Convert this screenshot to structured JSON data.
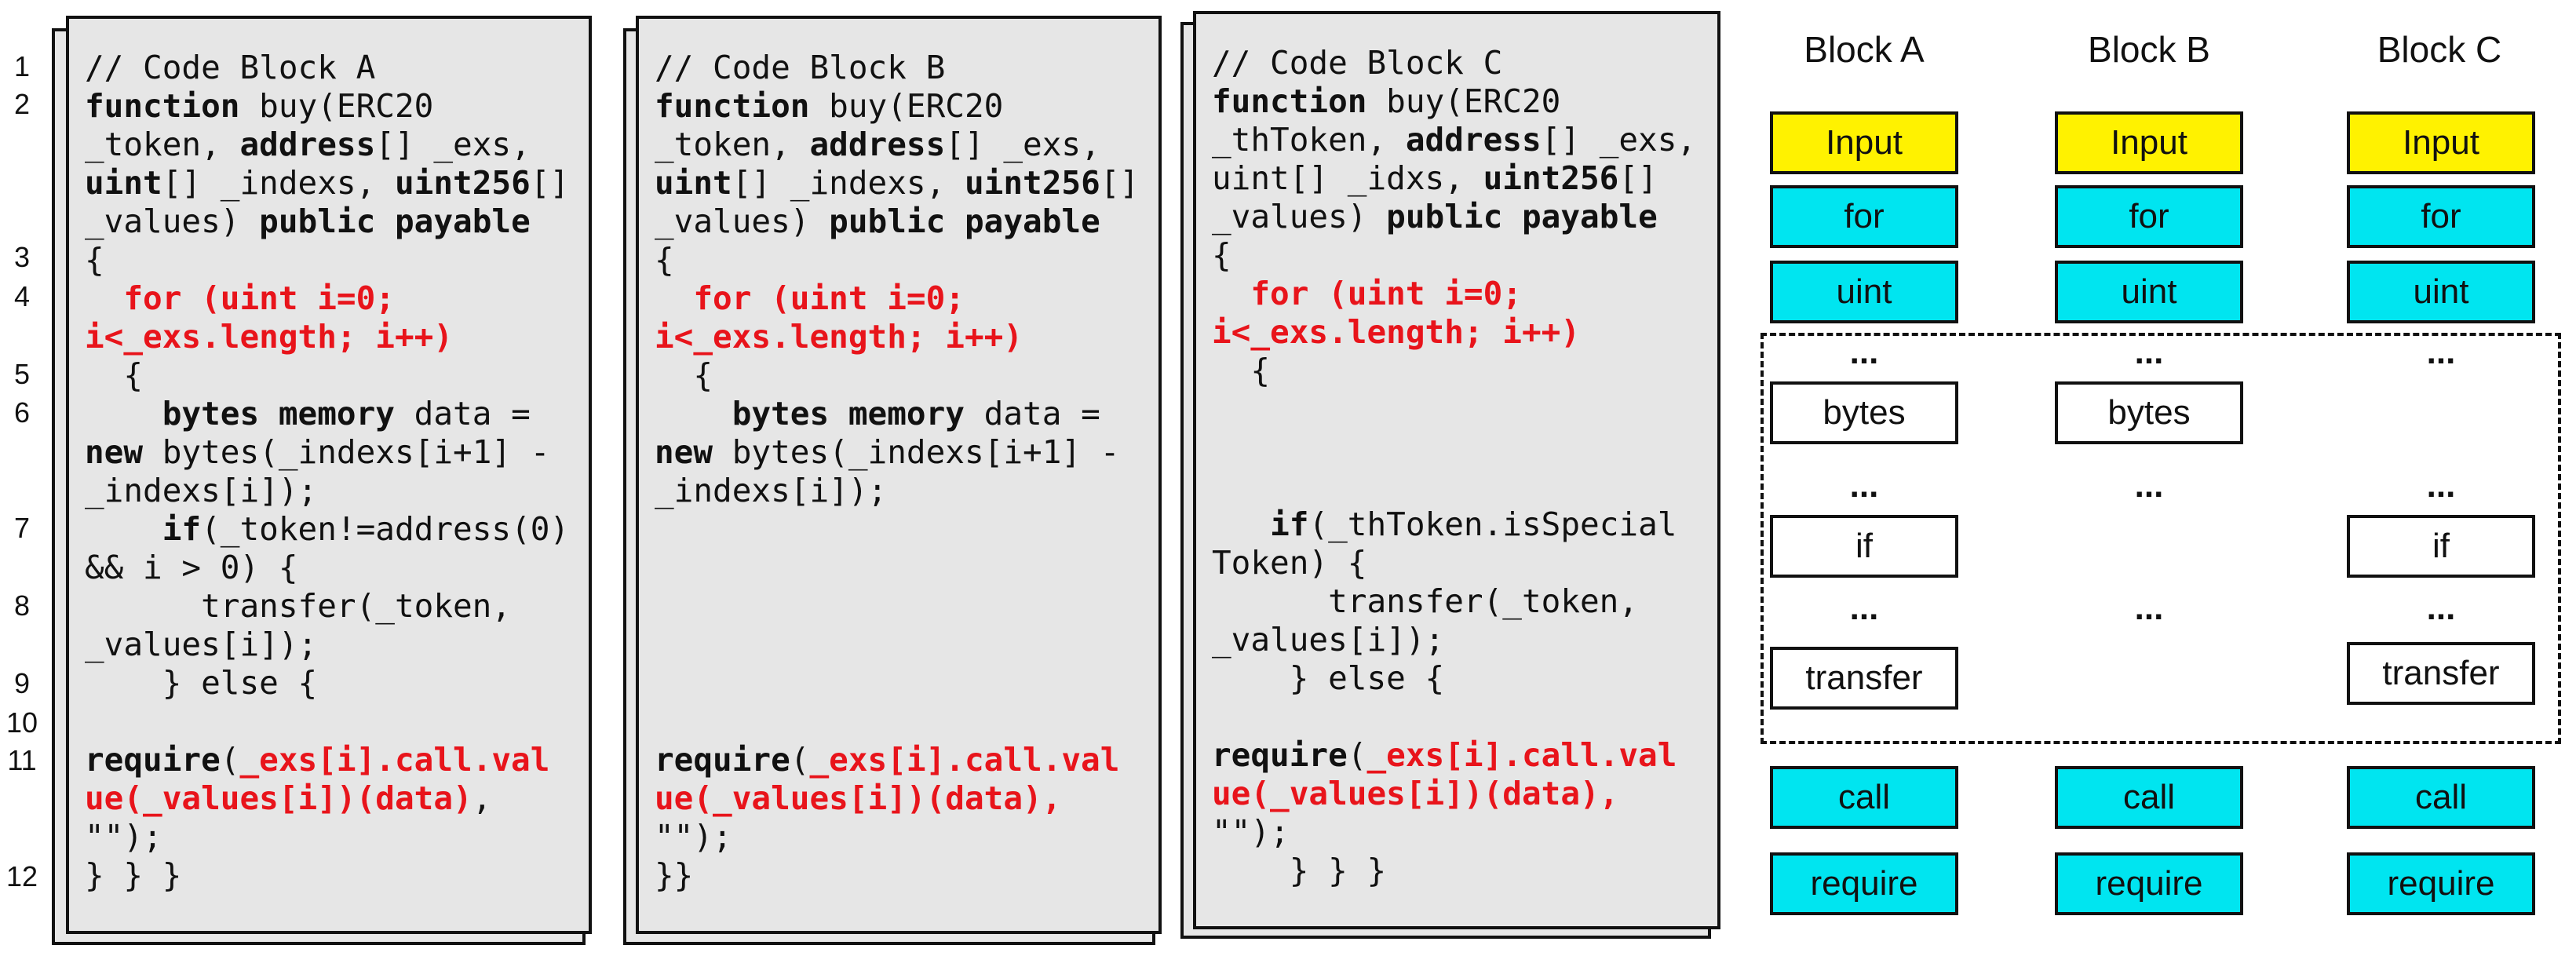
{
  "line_numbers": [
    "1",
    "2",
    "3",
    "4",
    "5",
    "6",
    "7",
    "8",
    "9",
    "10",
    "11",
    "12"
  ],
  "blocks": [
    {
      "lines": [
        [
          {
            "t": "// Code Block A"
          }
        ],
        [
          {
            "t": "function",
            "b": 1
          },
          {
            "t": " buy(ERC20"
          }
        ],
        [
          {
            "t": "_token, "
          },
          {
            "t": "address",
            "b": 1
          },
          {
            "t": "[] _exs,"
          }
        ],
        [
          {
            "t": "uint",
            "b": 1
          },
          {
            "t": "[] _indexs, "
          },
          {
            "t": "uint256",
            "b": 1
          },
          {
            "t": "[]"
          }
        ],
        [
          {
            "t": "_values) "
          },
          {
            "t": "public payable",
            "b": 1
          }
        ],
        [
          {
            "t": "{"
          }
        ],
        [
          {
            "t": "  for (uint i=0;",
            "r": 1
          }
        ],
        [
          {
            "t": "i<_exs.length; i++)",
            "r": 1
          }
        ],
        [
          {
            "t": "  {"
          }
        ],
        [
          {
            "t": "    "
          },
          {
            "t": "bytes memory",
            "b": 1
          },
          {
            "t": " data ="
          }
        ],
        [
          {
            "t": "new",
            "b": 1
          },
          {
            "t": " bytes(_indexs[i+1] -"
          }
        ],
        [
          {
            "t": "_indexs[i]);"
          }
        ],
        [
          {
            "t": "    "
          },
          {
            "t": "if",
            "b": 1
          },
          {
            "t": "(_token!=address(0)"
          }
        ],
        [
          {
            "t": "&& i > 0) {"
          }
        ],
        [
          {
            "t": "      transfer(_token,"
          }
        ],
        [
          {
            "t": "_values[i]);"
          }
        ],
        [
          {
            "t": "    } else {"
          }
        ],
        [
          {
            "t": ""
          }
        ],
        [
          {
            "t": "require",
            "b": 1
          },
          {
            "t": "("
          },
          {
            "t": "_exs[i].call.val",
            "r": 1
          }
        ],
        [
          {
            "t": "ue(_values[i])(data)",
            "r": 1
          },
          {
            "t": ","
          }
        ],
        [
          {
            "t": "\"\");"
          }
        ],
        [
          {
            "t": "} } }"
          }
        ]
      ]
    },
    {
      "lines": [
        [
          {
            "t": "// Code Block B"
          }
        ],
        [
          {
            "t": "function",
            "b": 1
          },
          {
            "t": " buy(ERC20"
          }
        ],
        [
          {
            "t": "_token, "
          },
          {
            "t": "address",
            "b": 1
          },
          {
            "t": "[] _exs,"
          }
        ],
        [
          {
            "t": "uint",
            "b": 1
          },
          {
            "t": "[] _indexs, "
          },
          {
            "t": "uint256",
            "b": 1
          },
          {
            "t": "[]"
          }
        ],
        [
          {
            "t": "_values) "
          },
          {
            "t": "public payable",
            "b": 1
          }
        ],
        [
          {
            "t": "{"
          }
        ],
        [
          {
            "t": "  for (uint i=0;",
            "r": 1
          }
        ],
        [
          {
            "t": "i<_exs.length; i++)",
            "r": 1
          }
        ],
        [
          {
            "t": "  {"
          }
        ],
        [
          {
            "t": "    "
          },
          {
            "t": "bytes memory",
            "b": 1
          },
          {
            "t": " data ="
          }
        ],
        [
          {
            "t": "new",
            "b": 1
          },
          {
            "t": " bytes(_indexs[i+1] -"
          }
        ],
        [
          {
            "t": "_indexs[i]);"
          }
        ],
        [
          {
            "t": ""
          }
        ],
        [
          {
            "t": ""
          }
        ],
        [
          {
            "t": ""
          }
        ],
        [
          {
            "t": ""
          }
        ],
        [
          {
            "t": ""
          }
        ],
        [
          {
            "t": ""
          }
        ],
        [
          {
            "t": "require",
            "b": 1
          },
          {
            "t": "("
          },
          {
            "t": "_exs[i].call.val",
            "r": 1
          }
        ],
        [
          {
            "t": "ue(_values[i])(data),",
            "r": 1
          }
        ],
        [
          {
            "t": "\"\");"
          }
        ],
        [
          {
            "t": "}}"
          }
        ]
      ]
    },
    {
      "lines": [
        [
          {
            "t": "// Code Block C"
          }
        ],
        [
          {
            "t": "function",
            "b": 1
          },
          {
            "t": " buy(ERC20"
          }
        ],
        [
          {
            "t": "_thToken, "
          },
          {
            "t": "address",
            "b": 1
          },
          {
            "t": "[] _exs,"
          }
        ],
        [
          {
            "t": "uint[] _idxs, "
          },
          {
            "t": "uint256",
            "b": 1
          },
          {
            "t": "[]"
          }
        ],
        [
          {
            "t": "_values) "
          },
          {
            "t": "public payable",
            "b": 1
          }
        ],
        [
          {
            "t": "{"
          }
        ],
        [
          {
            "t": "  for (uint i=0;",
            "r": 1
          }
        ],
        [
          {
            "t": "i<_exs.length; i++)",
            "r": 1
          }
        ],
        [
          {
            "t": "  {"
          }
        ],
        [
          {
            "t": ""
          }
        ],
        [
          {
            "t": ""
          }
        ],
        [
          {
            "t": ""
          }
        ],
        [
          {
            "t": "   "
          },
          {
            "t": "if",
            "b": 1
          },
          {
            "t": "(_thToken.isSpecial"
          }
        ],
        [
          {
            "t": "Token) {"
          }
        ],
        [
          {
            "t": "      transfer(_token,"
          }
        ],
        [
          {
            "t": "_values[i]);"
          }
        ],
        [
          {
            "t": "    } else {"
          }
        ],
        [
          {
            "t": ""
          }
        ],
        [
          {
            "t": "require",
            "b": 1
          },
          {
            "t": "("
          },
          {
            "t": "_exs[i].call.val",
            "r": 1
          }
        ],
        [
          {
            "t": "ue(_values[i])(data),",
            "r": 1
          }
        ],
        [
          {
            "t": "\"\");"
          }
        ],
        [
          {
            "t": "    } } }"
          }
        ]
      ]
    }
  ],
  "diagram": {
    "headers": [
      "Block A",
      "Block B",
      "Block C"
    ],
    "ellipsis": "...",
    "labels": {
      "input": "Input",
      "for": "for",
      "uint": "uint",
      "bytes": "bytes",
      "if": "if",
      "transfer": "transfer",
      "call": "call",
      "require": "require"
    },
    "colors": {
      "yellow": "#fff200",
      "cyan": "#00e5f0",
      "red_code": "#e8141b"
    }
  }
}
